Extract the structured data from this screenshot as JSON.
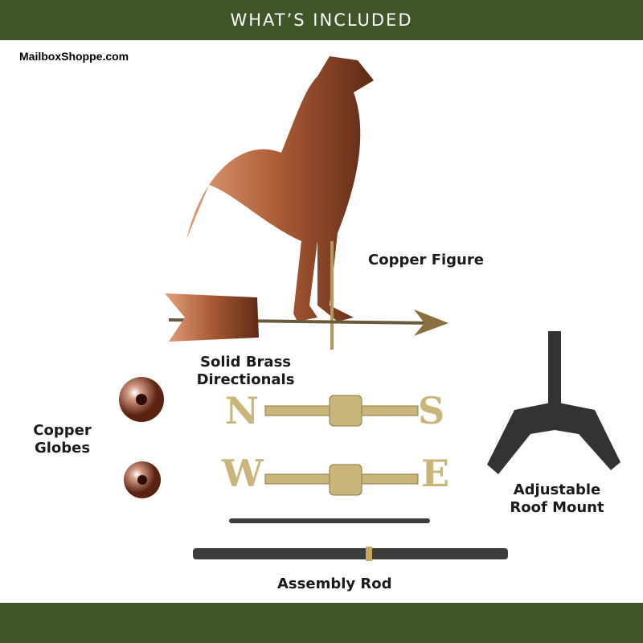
{
  "header": {
    "title": "WHAT’S INCLUDED"
  },
  "watermark": "MailboxShoppe.com",
  "labels": {
    "copper_figure": "Copper Figure",
    "directionals": "Solid Brass Directionals",
    "globes": "Copper Globes",
    "roof_mount": "Adjustable Roof Mount",
    "assembly_rod": "Assembly Rod"
  },
  "directional_letters": [
    "N",
    "S",
    "W",
    "E"
  ],
  "colors": {
    "brand_green": "#3f5628",
    "copper": "#b8673f",
    "brass": "#c9b57a",
    "rod": "#3a3d3a"
  }
}
